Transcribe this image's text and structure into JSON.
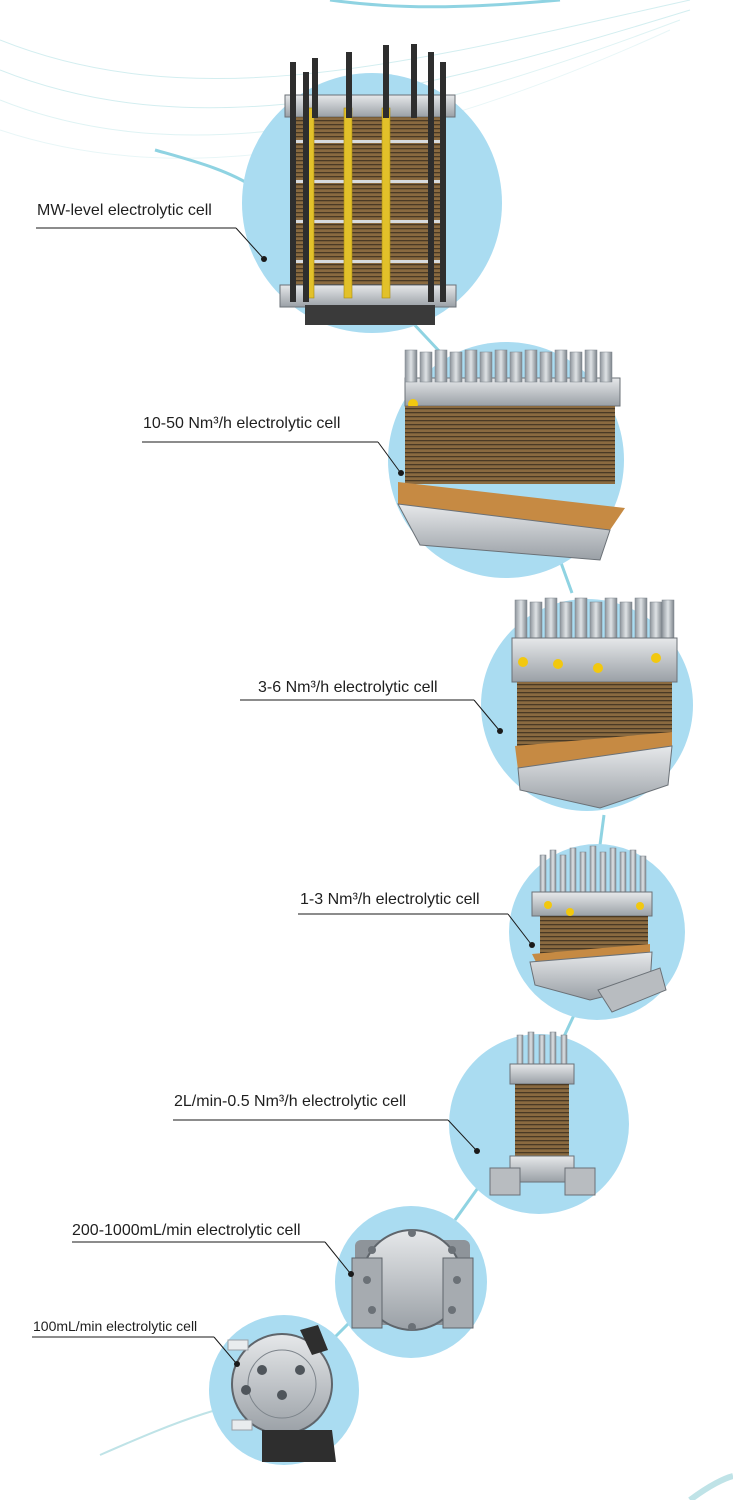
{
  "colors": {
    "circle": "#aadcf1",
    "connector": "#8fd3e2",
    "wave": "#bfe3e7",
    "leader": "#1a1a1a"
  },
  "cells": [
    {
      "label": "MW-level electrolytic cell",
      "icon": "mw-electrolytic-stack-photo"
    },
    {
      "label": "10-50 Nm³/h electrolytic cell",
      "icon": "large-stack-photo"
    },
    {
      "label": "3-6 Nm³/h electrolytic cell",
      "icon": "medium-stack-photo"
    },
    {
      "label": "1-3 Nm³/h electrolytic cell",
      "icon": "small-stack-photo"
    },
    {
      "label": "2L/min-0.5 Nm³/h electrolytic cell",
      "icon": "cylindrical-stack-photo"
    },
    {
      "label": "200-1000mL/min electrolytic cell",
      "icon": "plate-cell-photo"
    },
    {
      "label": "100mL/min electrolytic cell",
      "icon": "round-cell-photo"
    }
  ]
}
